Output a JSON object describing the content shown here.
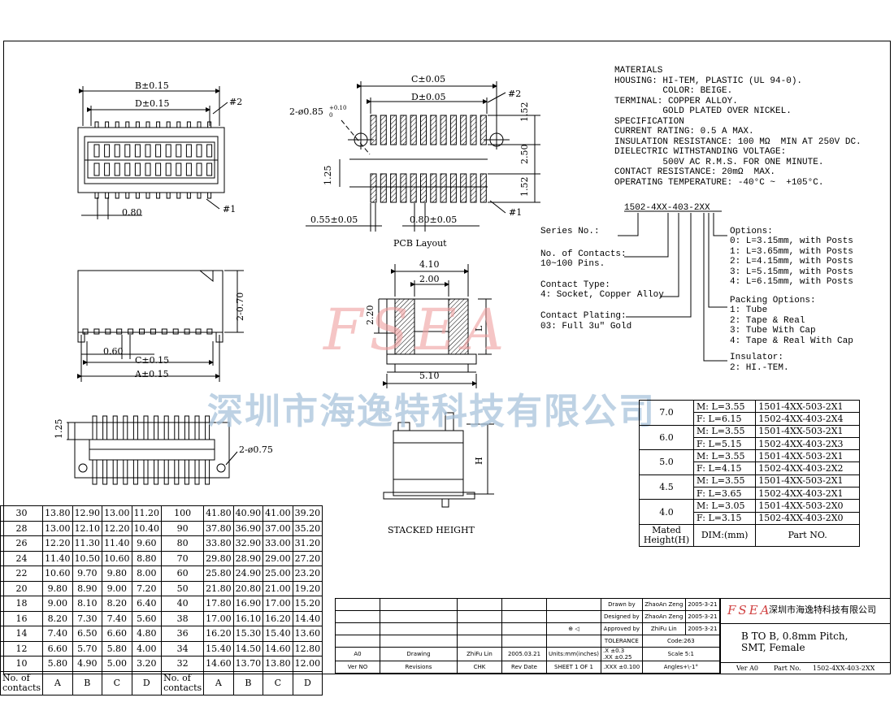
{
  "materials": [
    "MATERIALS",
    "HOUSING: HI-TEM, PLASTIC (UL 94-0).",
    "         COLOR: BEIGE.",
    "TERMINAL: COPPER ALLOY.",
    "         GOLD PLATED OVER NICKEL.",
    "SPECIFICATION",
    "CURRENT RATING: 0.5 A MAX.",
    "INSULATION RESISTANCE: 100 MΩ  MIN AT 250V DC.",
    "DIELECTRIC WITHSTANDING VOLTAGE:",
    "         500V AC R.M.S. FOR ONE MINUTE.",
    "CONTACT RESISTANCE: 20mΩ  MAX.",
    "OPERATING TEMPERATURE: -40°C ~  +105°C."
  ],
  "part_code": "1502-4XX-403-2XX",
  "series_label": "Series No.:",
  "contacts_label": [
    "No. of Contacts:",
    "10~100 Pins."
  ],
  "contact_type": [
    "Contact Type:",
    "4: Socket, Copper Alloy"
  ],
  "contact_plating": [
    "Contact Plating:",
    "03: Full 3u\" Gold"
  ],
  "options": [
    "Options:",
    "0: L=3.15mm, with Posts",
    "1: L=3.65mm, with Posts",
    "2: L=4.15mm, with Posts",
    "3: L=5.15mm, with Posts",
    "4: L=6.15mm, with Posts"
  ],
  "packing": [
    "Packing Options:",
    "1: Tube",
    "2: Tape & Real",
    "3: Tube With Cap",
    "4: Tape & Real With Cap"
  ],
  "insulator": [
    "Insulator:",
    "2: HI.-TEM."
  ],
  "drawing_labels": {
    "b_dim": "B±0.15",
    "d_dim": "D±0.15",
    "pin2": "#2",
    "pin1": "#1",
    "pitch": "0.80",
    "c_dim_pcb": "C±0.05",
    "d_dim_pcb": "D±0.05",
    "hole": "2-ø0.85",
    "hole_tol": "+0.10",
    "hole_tol2": "0",
    "pcb_152a": "1.52",
    "pcb_250": "2.50",
    "pcb_152b": "1.52",
    "pcb_125": "1.25",
    "pcb_055": "0.55±0.05",
    "pcb_080": "0.80±0.05",
    "pcb_title": "PCB Layout",
    "side_270": "2-0.70",
    "side_060": "0.60",
    "side_c": "C±0.15",
    "side_a": "A±0.15",
    "bot_125": "1.25",
    "bot_holes": "2-ø0.75",
    "sec_410": "4.10",
    "sec_200": "2.00",
    "sec_220": "2.20",
    "sec_l": "L",
    "sec_510": "5.10",
    "stk_h": "H",
    "stk_title": "STACKED HEIGHT"
  },
  "watermark": {
    "logo": "FSEA",
    "company": "深圳市海逸特科技有限公司"
  },
  "dim_table": {
    "rows": [
      [
        "30",
        "13.80",
        "12.90",
        "13.00",
        "11.20",
        "100",
        "41.80",
        "40.90",
        "41.00",
        "39.20"
      ],
      [
        "28",
        "13.00",
        "12.10",
        "12.20",
        "10.40",
        "90",
        "37.80",
        "36.90",
        "37.00",
        "35.20"
      ],
      [
        "26",
        "12.20",
        "11.30",
        "11.40",
        "9.60",
        "80",
        "33.80",
        "32.90",
        "33.00",
        "31.20"
      ],
      [
        "24",
        "11.40",
        "10.50",
        "10.60",
        "8.80",
        "70",
        "29.80",
        "28.90",
        "29.00",
        "27.20"
      ],
      [
        "22",
        "10.60",
        "9.70",
        "9.80",
        "8.00",
        "60",
        "25.80",
        "24.90",
        "25.00",
        "23.20"
      ],
      [
        "20",
        "9.80",
        "8.90",
        "9.00",
        "7.20",
        "50",
        "21.80",
        "20.80",
        "21.00",
        "19.20"
      ],
      [
        "18",
        "9.00",
        "8.10",
        "8.20",
        "6.40",
        "40",
        "17.80",
        "16.90",
        "17.00",
        "15.20"
      ],
      [
        "16",
        "8.20",
        "7.30",
        "7.40",
        "5.60",
        "38",
        "17.00",
        "16.10",
        "16.20",
        "14.40"
      ],
      [
        "14",
        "7.40",
        "6.50",
        "6.60",
        "4.80",
        "36",
        "16.20",
        "15.30",
        "15.40",
        "13.60"
      ],
      [
        "12",
        "6.60",
        "5.70",
        "5.80",
        "4.00",
        "34",
        "15.40",
        "14.50",
        "14.60",
        "12.80"
      ],
      [
        "10",
        "5.80",
        "4.90",
        "5.00",
        "3.20",
        "32",
        "14.60",
        "13.70",
        "13.80",
        "12.00"
      ]
    ],
    "footer": [
      "No. of contacts",
      "A",
      "B",
      "C",
      "D",
      "No. of contacts",
      "A",
      "B",
      "C",
      "D"
    ]
  },
  "option_table": {
    "groups": [
      {
        "h": "7.0",
        "m": "M: L=3.55",
        "mp": "1501-4XX-503-2X1",
        "f": "F: L=6.15",
        "fp": "1502-4XX-403-2X4"
      },
      {
        "h": "6.0",
        "m": "M: L=3.55",
        "mp": "1501-4XX-503-2X1",
        "f": "F: L=5.15",
        "fp": "1502-4XX-403-2X3"
      },
      {
        "h": "5.0",
        "m": "M: L=3.55",
        "mp": "1501-4XX-503-2X1",
        "f": "F: L=4.15",
        "fp": "1502-4XX-403-2X2"
      },
      {
        "h": "4.5",
        "m": "M: L=3.55",
        "mp": "1501-4XX-503-2X1",
        "f": "F: L=3.65",
        "fp": "1502-4XX-403-2X1"
      },
      {
        "h": "4.0",
        "m": "M: L=3.05",
        "mp": "1501-4XX-503-2X0",
        "f": "F: L=3.15",
        "fp": "1502-4XX-403-2X0"
      }
    ],
    "footer": [
      "Mated Height(H)",
      "DIM:(mm)",
      "Part NO."
    ]
  },
  "title_block": {
    "drawn": "Drawn   by",
    "drawn_name": "ZhaoAn Zeng",
    "drawn_date": "2005-3-21",
    "designed": "Designed  by",
    "designed_name": "ZhaoAn Zeng",
    "designed_date": "2005-3-21",
    "approved": "Approved  by",
    "approved_name": "ZhiFu Lin",
    "approved_date": "2005-3-21",
    "tolerance": "TOLERANCE",
    "code": "Code:263",
    "tol_x": ".X       ±0.3",
    "tol_xx": ".XX      ±0.25",
    "tol_xxx": ".XXX    ±0.100",
    "scale": "Scale 5:1",
    "angles": "Angles+\\-1°",
    "rev": "A0",
    "drawing": "Drawing",
    "chk_name": "ZhiFu Lin",
    "rev_date": "2005.03.21",
    "units": "Units:mm(inches)",
    "sheet": "SHEET 1 OF 1",
    "ver_no": "Ver NO",
    "revisions": "Revisions",
    "chk": "CHK",
    "rev_date_label": "Rev Date",
    "logo": "FSEA",
    "company": "深圳市海逸特科技有限公司",
    "desc1": "B TO B, 0.8mm Pitch,",
    "desc2": "SMT, Female",
    "ver": "Ver A0",
    "part_no_label": "Part No.",
    "part_no": "1502-4XX-403-2XX"
  }
}
